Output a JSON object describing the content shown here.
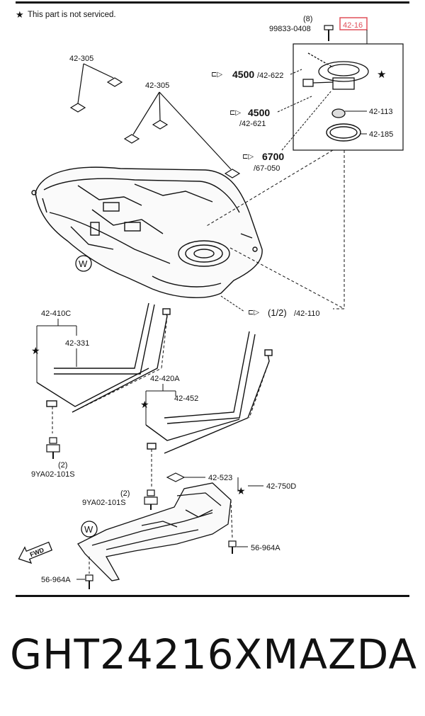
{
  "notice": "This part is not serviced.",
  "highlight_color": "#e0505a",
  "callouts": {
    "bolt_qty_top": "(8)",
    "bolt_top": "99833-0408",
    "pump_kit": "42-16",
    "pad_left": "42-305",
    "pad_center": "42-305",
    "ref_4500a_code": "4500",
    "ref_4500a_part": "/42-622",
    "ref_4500b_code": "4500",
    "ref_4500b_part": "/42-621",
    "ref_6700_code": "6700",
    "ref_6700_part": "/67-050",
    "packing": "42-113",
    "ring": "42-185",
    "tank_ref_qty": "(1/2)",
    "tank_ref_part": "/42-110",
    "strap_left_assy": "42-410C",
    "strap_left": "42-331",
    "strap_right_assy": "42-420A",
    "strap_right": "42-452",
    "bolt_qty_left": "(2)",
    "bolt_left": "9YA02-101S",
    "bolt_qty_mid": "(2)",
    "bolt_mid": "9YA02-101S",
    "insulator_pad": "42-523",
    "insulator": "42-750D",
    "clip_right": "56-964A",
    "clip_left": "56-964A",
    "circle_w_top": "W",
    "circle_w_bottom": "W",
    "fwd": "FWD"
  },
  "footer": {
    "part_number": "GHT24216X",
    "brand": "MAZDA"
  }
}
